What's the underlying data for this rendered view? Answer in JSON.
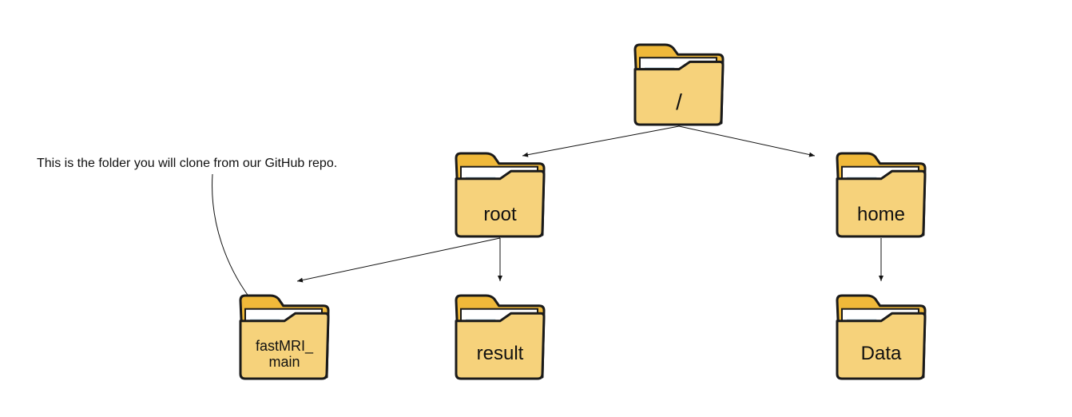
{
  "annotation": "This is the folder you will clone from our GitHub repo.",
  "colors": {
    "folder_back": "#f0b93a",
    "folder_front": "#f6d27b",
    "paper": "#ffffff",
    "paper_line": "#a9c7dc",
    "outline": "#1a1a1a",
    "connector": "#111111"
  },
  "folders": {
    "slash": {
      "label_lines": [
        "/"
      ]
    },
    "root": {
      "label_lines": [
        "root"
      ]
    },
    "home": {
      "label_lines": [
        "home"
      ]
    },
    "fastmri_main": {
      "label_lines": [
        "fastMRI_",
        "main"
      ]
    },
    "result": {
      "label_lines": [
        "result"
      ]
    },
    "data": {
      "label_lines": [
        "Data"
      ]
    }
  }
}
